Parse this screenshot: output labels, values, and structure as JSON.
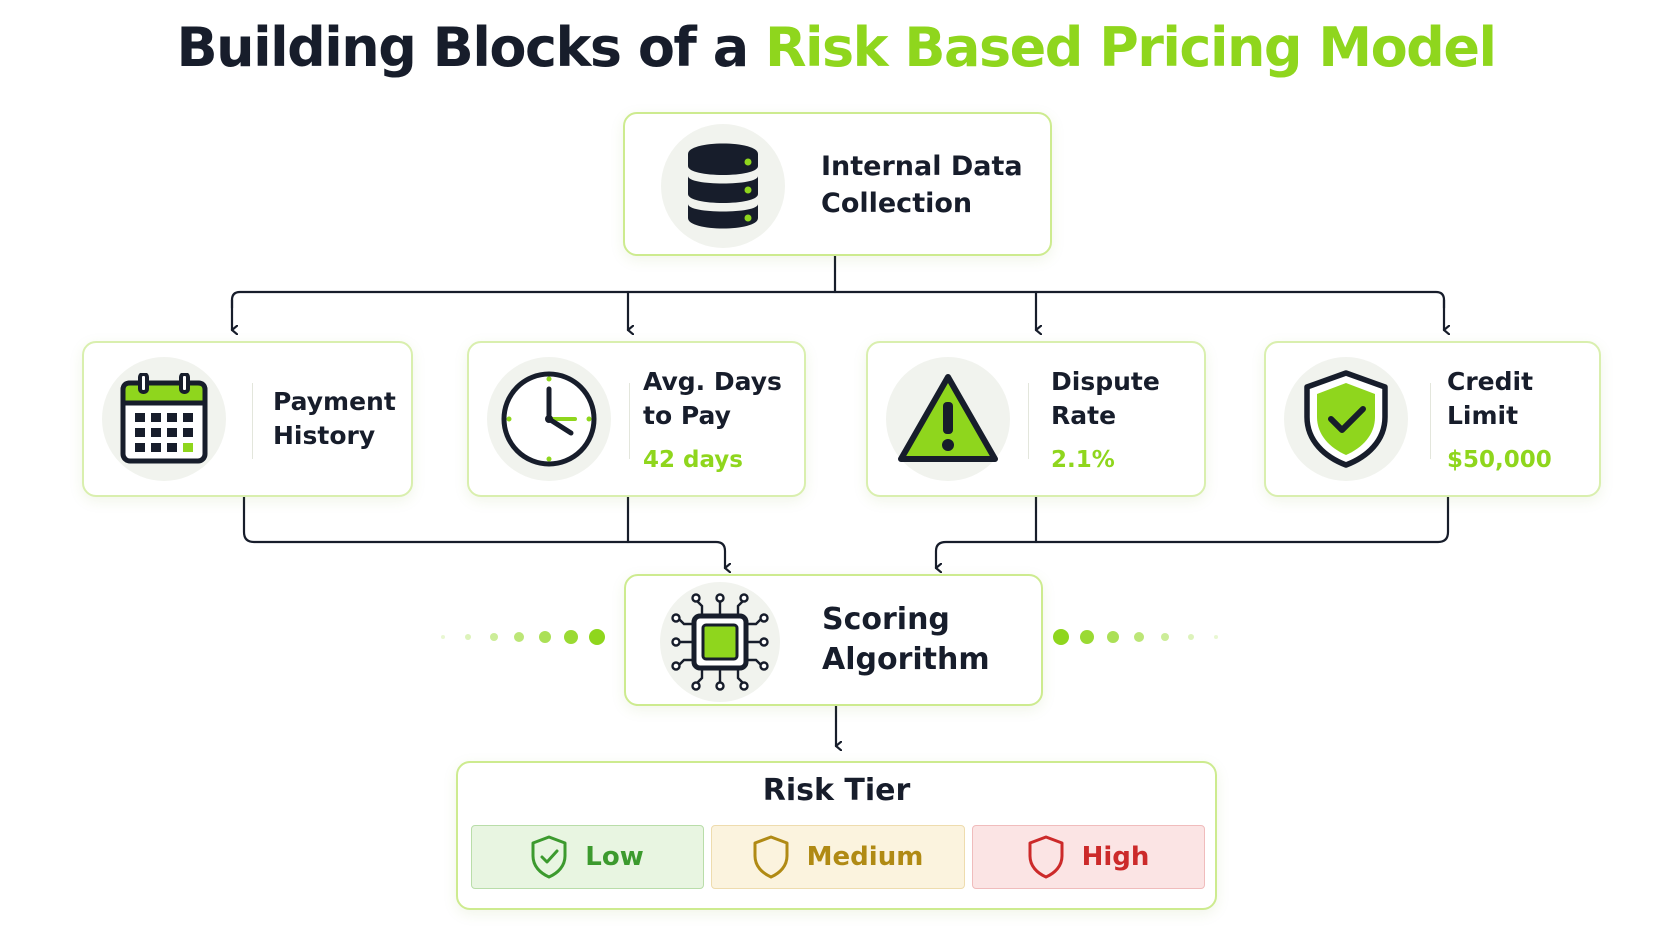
{
  "title": {
    "part1": "Building Blocks of a ",
    "part2": "Risk Based Pricing Model"
  },
  "source": {
    "line1": "Internal Data",
    "line2": "Collection",
    "icon": "database-icon"
  },
  "inputs": {
    "payment_history": {
      "line1": "Payment",
      "line2": "History",
      "icon": "calendar-icon"
    },
    "avg_days": {
      "line1": "Avg. Days",
      "line2": "to Pay",
      "value": "42 days",
      "icon": "clock-icon"
    },
    "dispute": {
      "line1": "Dispute",
      "line2": "Rate",
      "value": "2.1%",
      "icon": "warning-icon"
    },
    "credit": {
      "line1": "Credit",
      "line2": "Limit",
      "value": "$50,000",
      "icon": "shield-check-icon"
    }
  },
  "scoring": {
    "line1": "Scoring",
    "line2": "Algorithm",
    "icon": "chip-icon"
  },
  "risk_tier": {
    "title": "Risk Tier",
    "tiers": [
      {
        "label": "Low",
        "icon": "shield-check-icon",
        "color": "#3c9a2e"
      },
      {
        "label": "Medium",
        "icon": "shield-icon",
        "color": "#b08a14"
      },
      {
        "label": "High",
        "icon": "shield-icon",
        "color": "#cc2a2a"
      }
    ]
  },
  "colors": {
    "accent": "#8fd61d",
    "dark": "#171d2b",
    "border": "#d9efae"
  }
}
